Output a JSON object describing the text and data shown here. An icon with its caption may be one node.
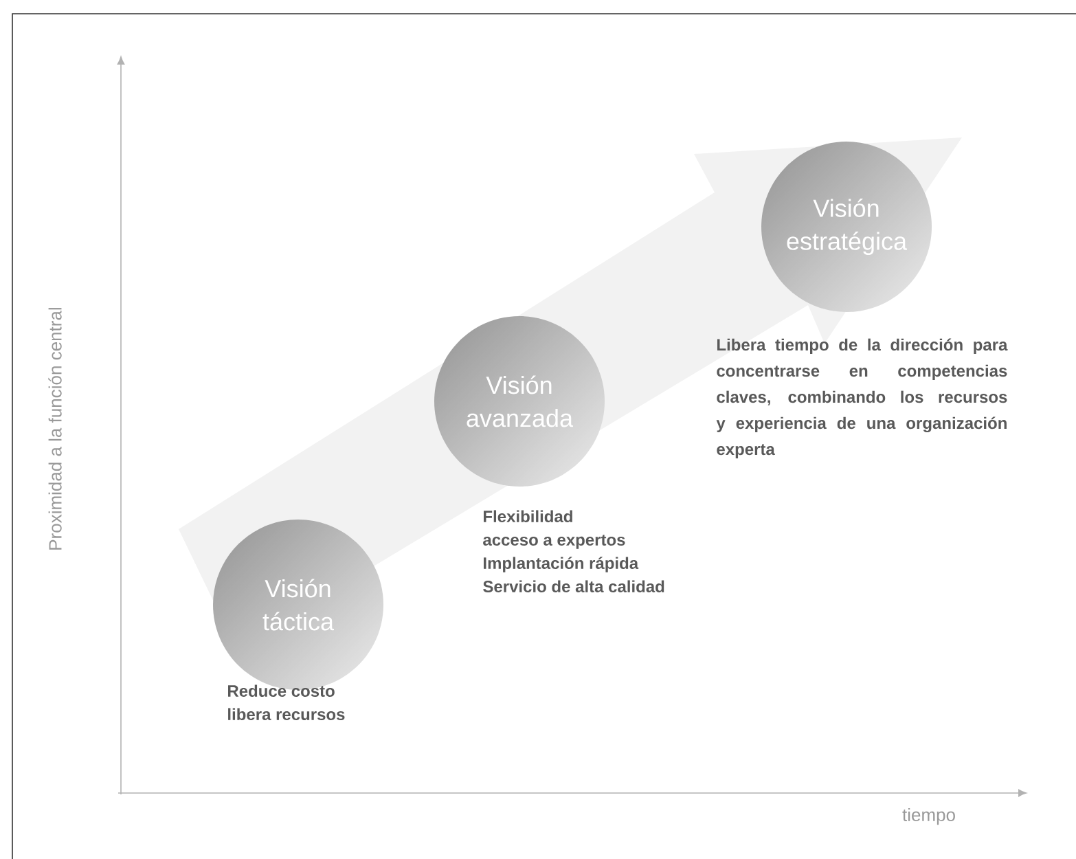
{
  "diagram": {
    "nodes": [
      {
        "text": [
          "Visión táctica"
        ],
        "beside": [
          "Reduce costo",
          "libera recursos"
        ]
      },
      {
        "text": [
          "Visión avanzada"
        ],
        "beside": [
          "Flexibilidad",
          "acceso a expertos",
          "Implantación rápida",
          "Servicio de alta calidad"
        ]
      },
      {
        "text": [
          "Visión estratégica"
        ]
      }
    ],
    "edges": [],
    "labels": [
      "Proximidad a la función central",
      "Libera tiempo de la dirección para concentrarse en competencias claves, combinando los recursos y experiencia de una organización experta",
      "tiempo"
    ]
  }
}
